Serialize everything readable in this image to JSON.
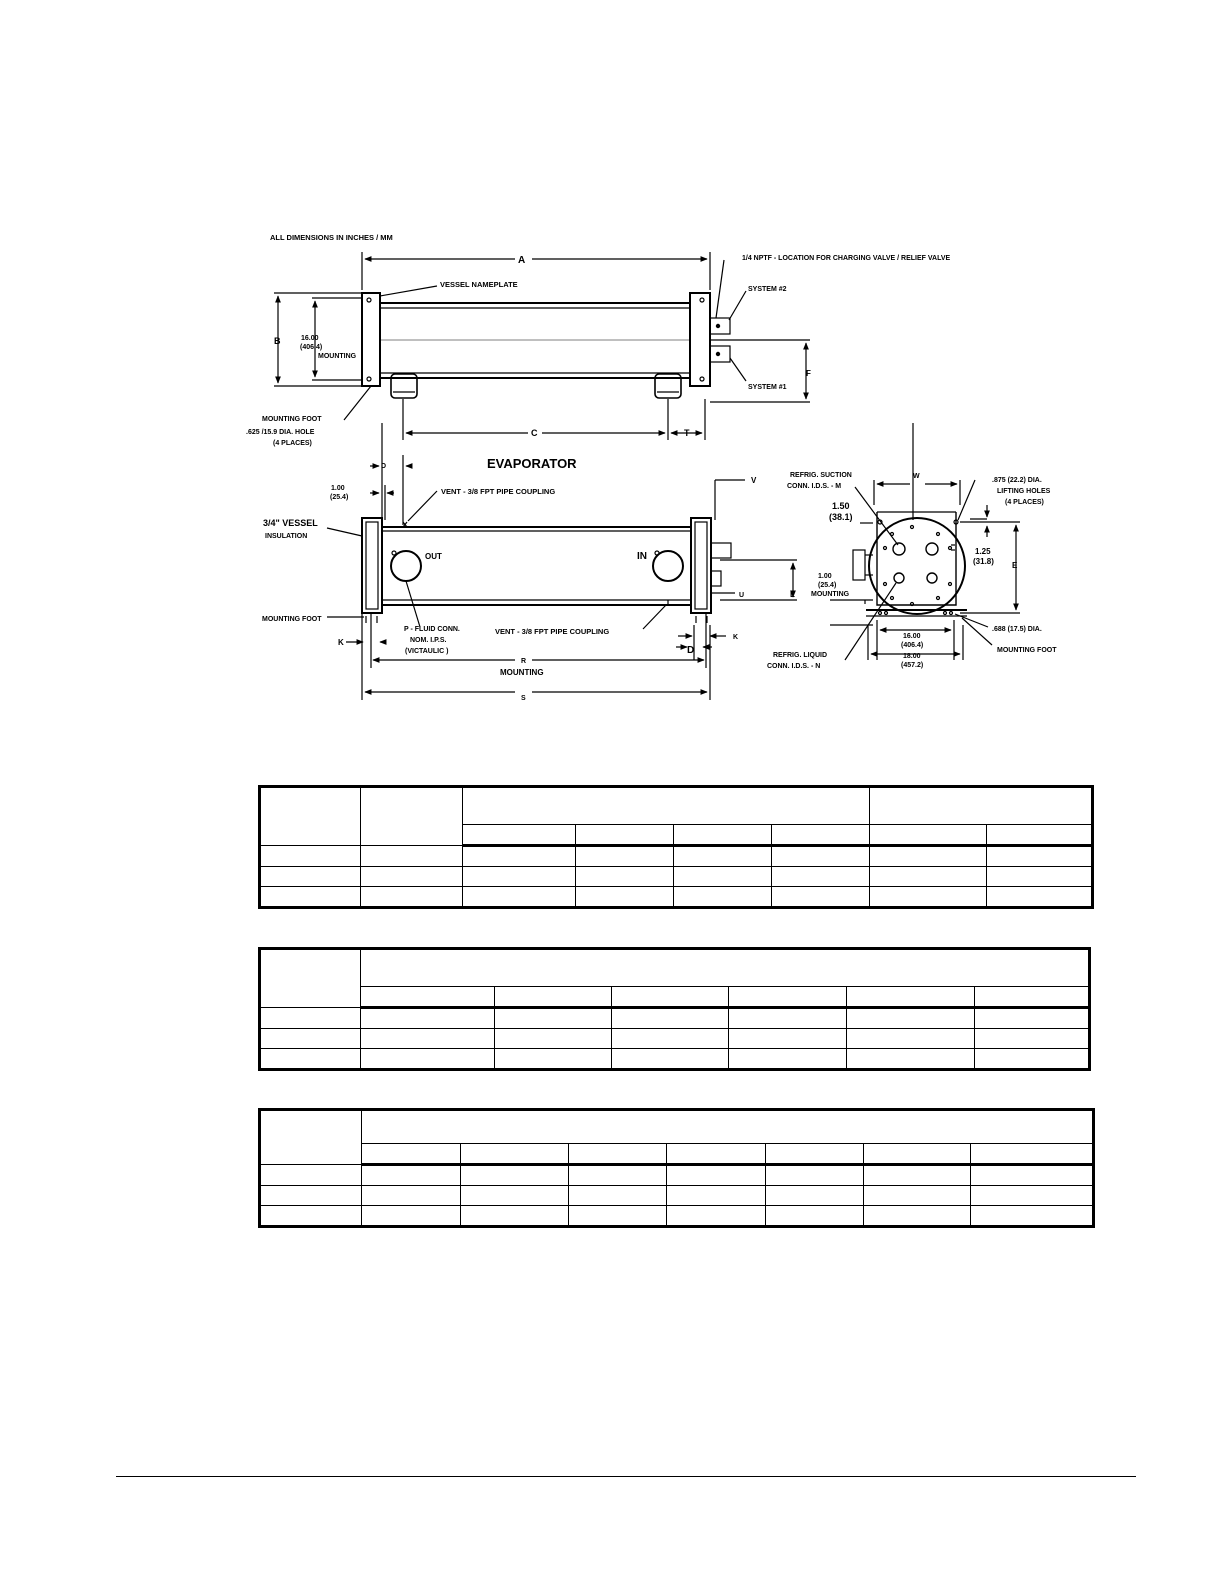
{
  "drawing": {
    "note_units": "ALL DIMENSIONS IN INCHES / MM",
    "title": "EVAPORATOR",
    "dims": {
      "A": "A",
      "B": "B",
      "C": "C",
      "T": "T",
      "F": "F",
      "D_top": "D",
      "D": "D",
      "K_left": "K",
      "K_right": "K",
      "R": "R",
      "S": "S",
      "V": "V",
      "U": "U",
      "L": "L",
      "W": "W",
      "E": "E"
    },
    "labels": {
      "vessel_nameplate": "VESSEL NAMEPLATE",
      "nptf_1": "1/4 NPTF - LOCATION FOR CHARGING VALVE / RELIEF VALVE",
      "system2": "SYSTEM #2",
      "system1": "SYSTEM #1",
      "mount_16": "16.00",
      "mount_16_mm": "(406.4)",
      "mounting": "MOUNTING",
      "mounting_foot": "MOUNTING FOOT",
      "hole_625": ".625 /15.9 DIA. HOLE",
      "four_places": "(4 PLACES)",
      "one_00": "1.00",
      "one_00_mm": "(25.4)",
      "vent_top": "VENT - 3/8 FPT PIPE COUPLING",
      "vessel_insul_1": "3/4\" VESSEL",
      "vessel_insul_2": "INSULATION",
      "out": "OUT",
      "in": "IN",
      "mounting_foot_2": "MOUNTING FOOT",
      "p_fluid_1": "P - FLUID CONN.",
      "p_fluid_2": "NOM. I.P.S.",
      "p_fluid_3": "(VICTAULIC )",
      "vent_bottom": "VENT - 3/8 FPT PIPE COUPLING",
      "mounting_r": "MOUNTING",
      "suction_1": "REFRIG. SUCTION",
      "suction_2": "CONN. I.D.S. - M",
      "lift_1": ".875 (22.2) DIA.",
      "lift_2": "LIFTING HOLES",
      "lift_3": "(4 PLACES)",
      "d150": "1.50",
      "d150_mm": "(38.1)",
      "d125": "1.25",
      "d125_mm": "(31.8)",
      "e100": "1.00",
      "e100_mm": "(25.4)",
      "e100_mount": "MOUNTING",
      "e16": "16.00",
      "e16_mm": "(406.4)",
      "e18": "18.00",
      "e18_mm": "(457.2)",
      "hole_688": ".688 (17.5) DIA.",
      "mounting_foot_3": "MOUNTING FOOT",
      "liquid_1": "REFRIG. LIQUID",
      "liquid_2": "CONN. I.D.S. - N"
    }
  }
}
